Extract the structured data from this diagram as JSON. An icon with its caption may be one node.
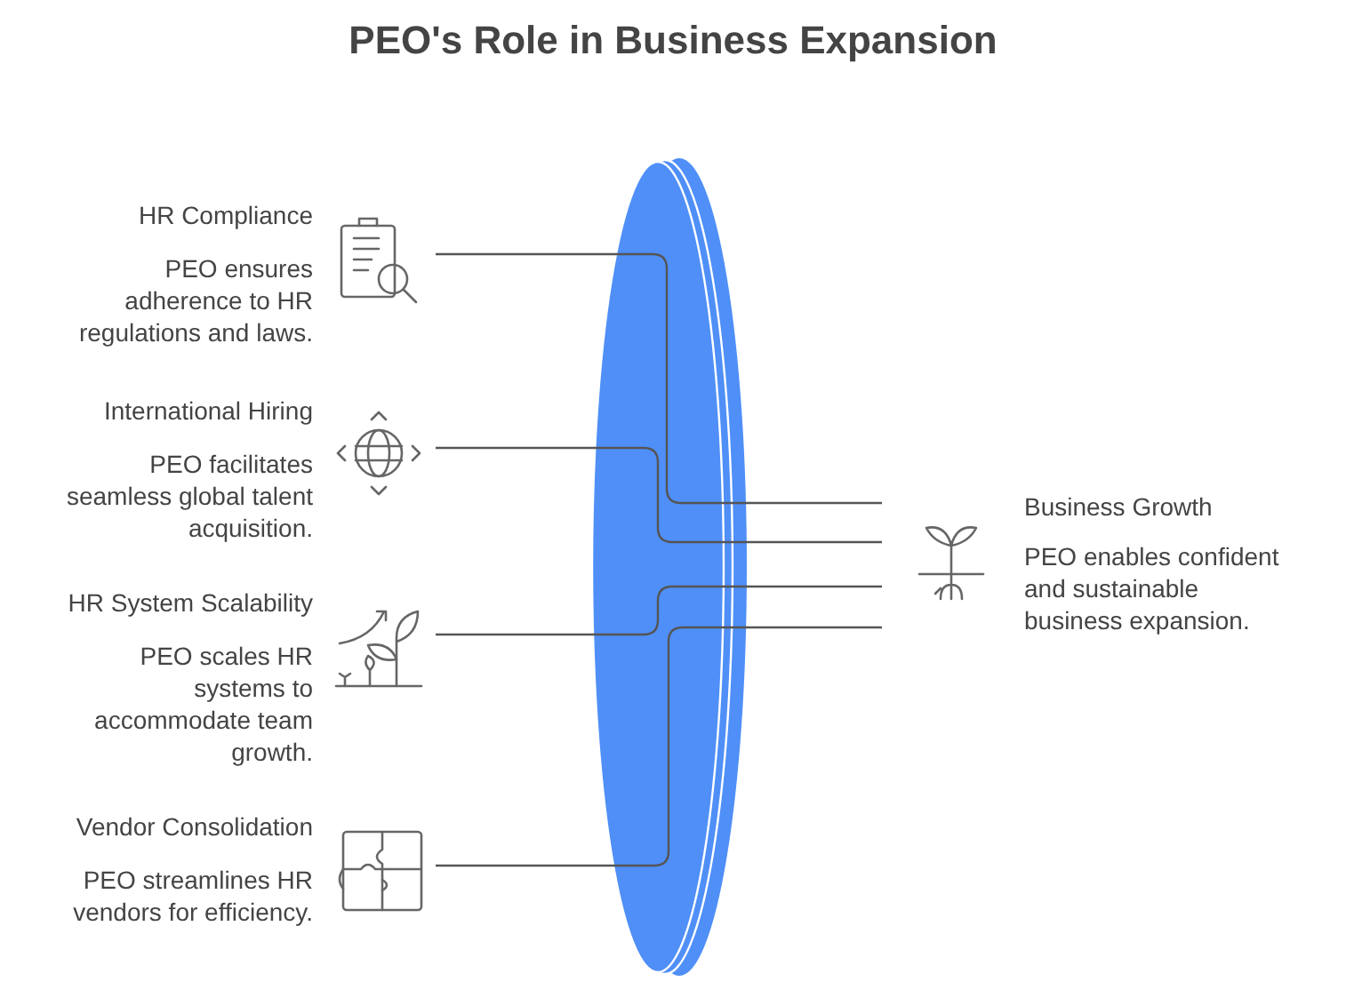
{
  "diagram": {
    "title": "PEO's Role in Business Expansion",
    "nodes": [
      {
        "text": [
          "HR Compliance",
          "PEO ensures adherence to HR regulations and laws."
        ]
      },
      {
        "text": [
          "International Hiring",
          "PEO facilitates seamless global talent acquisition."
        ]
      },
      {
        "text": [
          "HR System Scalability",
          "PEO scales HR systems to accommodate team growth."
        ]
      },
      {
        "text": [
          "Vendor Consolidation",
          "PEO streamlines HR vendors for efficiency."
        ]
      },
      {
        "text": [
          "Business Growth",
          "PEO enables confident and sustainable business expansion."
        ]
      }
    ],
    "edges": [
      {
        "from": 0,
        "to": 4,
        "arrow": "none"
      },
      {
        "from": 1,
        "to": 4,
        "arrow": "none"
      },
      {
        "from": 2,
        "to": 4,
        "arrow": "none"
      },
      {
        "from": 3,
        "to": 4,
        "arrow": "none"
      }
    ]
  }
}
